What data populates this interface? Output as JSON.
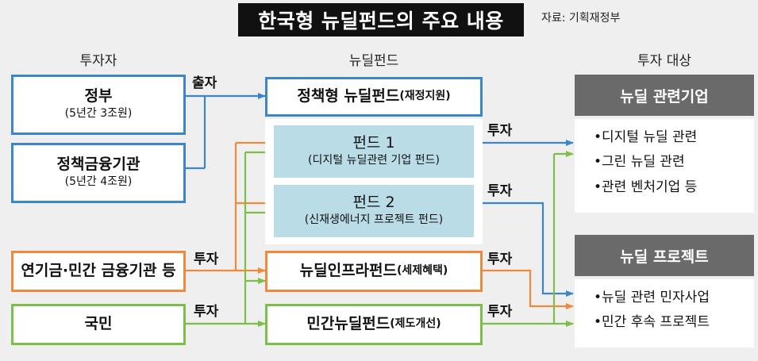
{
  "header": {
    "title": "한국형 뉴딜펀드의 주요 내용",
    "source": "자료: 기획재정부"
  },
  "columns": {
    "investors": "투자자",
    "funds": "뉴딜펀드",
    "targets": "투자 대상"
  },
  "investors": {
    "government": {
      "name": "정부",
      "detail": "(5년간 3조원)"
    },
    "policy_finance": {
      "name": "정책금융기관",
      "detail": "(5년간 4조원)"
    },
    "pension": {
      "name": "연기금·민간 금융기관 등"
    },
    "citizens": {
      "name": "국민"
    }
  },
  "funds": {
    "policy_fund": {
      "name": "정책형 뉴딜펀드",
      "note": "(재정지원)"
    },
    "fund1": {
      "name": "펀드 1",
      "detail": "(디지털 뉴딜관련 기업 펀드)"
    },
    "fund2": {
      "name": "펀드 2",
      "detail": "(신재생에너지 프로젝트 펀드)"
    },
    "infra_fund": {
      "name": "뉴딜인프라펀드",
      "note": "(세제혜택)"
    },
    "private_fund": {
      "name": "민간뉴딜펀드",
      "note": "(제도개선)"
    }
  },
  "targets": {
    "companies": {
      "title": "뉴딜 관련기업",
      "items": [
        "•디지털 뉴딜 관련",
        "•그린 뉴딜 관련",
        "•관련 벤처기업 등"
      ]
    },
    "projects": {
      "title": "뉴딜 프로젝트",
      "items": [
        "•뉴딜 관련 민자사업",
        "•민간 후속 프로젝트"
      ]
    }
  },
  "flow_labels": {
    "contribute": "출자",
    "invest_pension": "투자",
    "invest_citizens": "투자",
    "invest_fund1": "투자",
    "invest_fund2": "투자",
    "invest_infra": "투자",
    "invest_private": "투자"
  },
  "colors": {
    "blue": "#3b86c6",
    "orange": "#ef8a3c",
    "green": "#7cbe47",
    "fund_fill": "#b9dce7",
    "target_header": "#6a6a6a"
  }
}
